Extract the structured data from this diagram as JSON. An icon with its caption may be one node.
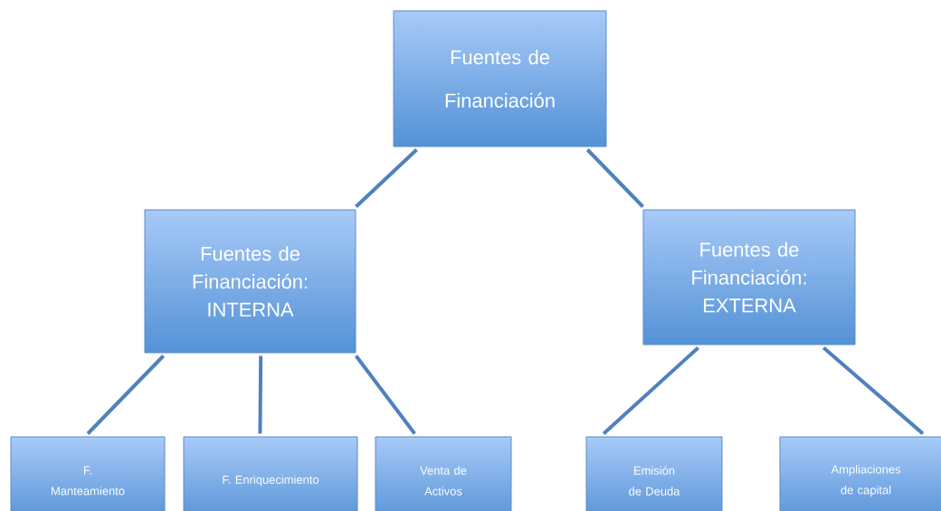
{
  "diagram": {
    "nodes": [
      {
        "text": [
          "Fuentes de Financiación"
        ]
      },
      {
        "text": [
          "Fuentes de Financiación: INTERNA"
        ]
      },
      {
        "text": [
          "Fuentes de Financiación: EXTERNA"
        ]
      },
      {
        "text": [
          "F. Manteamiento"
        ]
      },
      {
        "text": [
          "F. Enriquecimiento"
        ]
      },
      {
        "text": [
          "Venta de Activos"
        ]
      },
      {
        "text": [
          "Emisión de Deuda"
        ]
      },
      {
        "text": [
          "Ampliaciones de capital"
        ]
      }
    ],
    "edges": [
      {
        "from": 0,
        "to": 1,
        "arrow": "none"
      },
      {
        "from": 0,
        "to": 2,
        "arrow": "none"
      },
      {
        "from": 1,
        "to": 3,
        "arrow": "none"
      },
      {
        "from": 1,
        "to": 4,
        "arrow": "none"
      },
      {
        "from": 1,
        "to": 5,
        "arrow": "none"
      },
      {
        "from": 2,
        "to": 6,
        "arrow": "none"
      },
      {
        "from": 2,
        "to": 7,
        "arrow": "none"
      }
    ]
  }
}
